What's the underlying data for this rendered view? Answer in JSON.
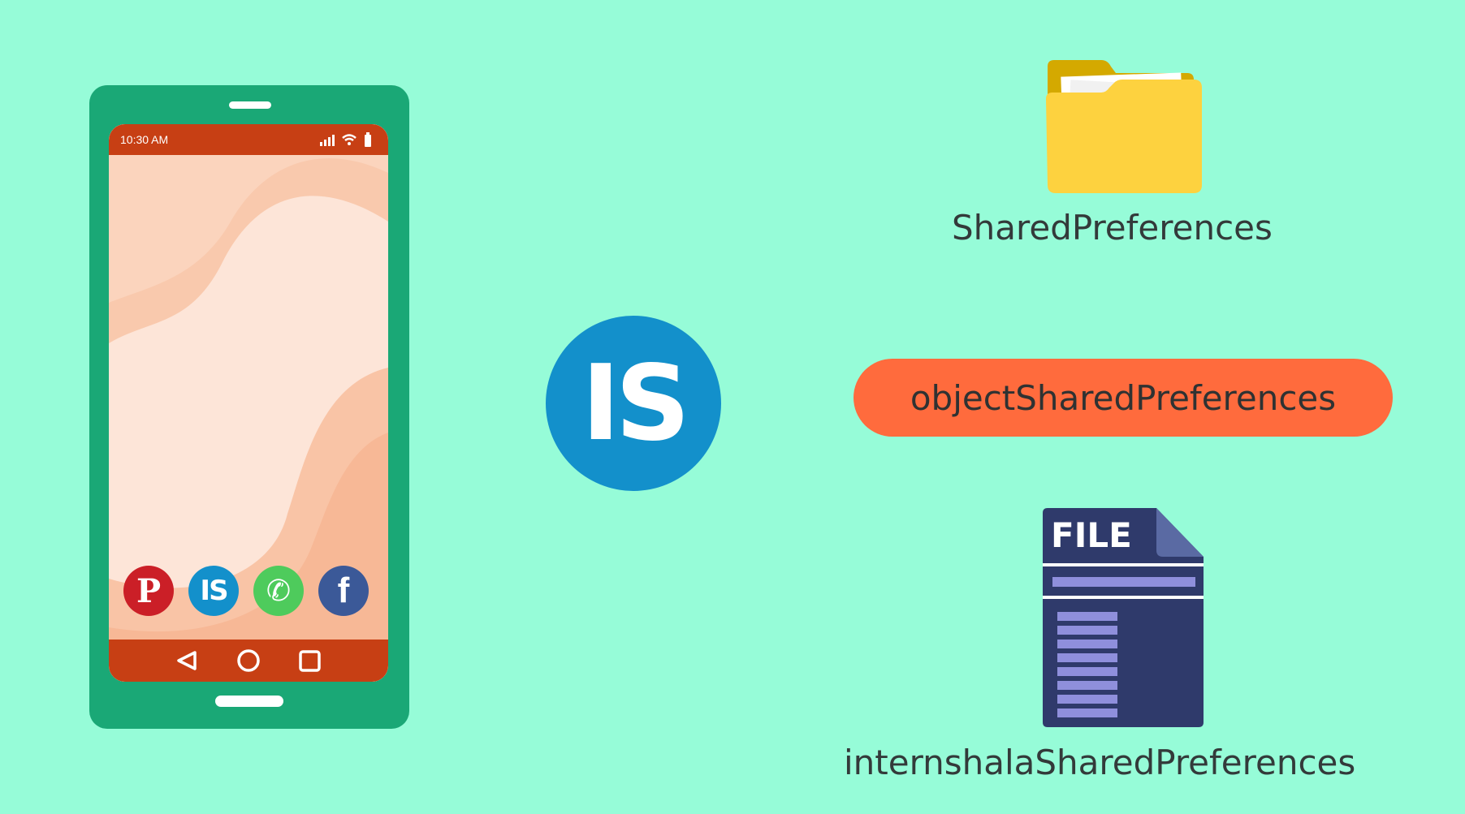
{
  "phone": {
    "status_time": "10:30 AM",
    "apps": [
      {
        "name": "pinterest",
        "glyph": "P",
        "color": "#cb1f27"
      },
      {
        "name": "internshala",
        "glyph": "IS",
        "color": "#1390cb"
      },
      {
        "name": "whatsapp",
        "glyph": "✆",
        "color": "#4ecb5c"
      },
      {
        "name": "facebook",
        "glyph": "f",
        "color": "#3b5998"
      }
    ],
    "colors": {
      "body": "#1aa876",
      "bars": "#c73f14",
      "wallpaper": "#fde7dd"
    }
  },
  "center_logo": {
    "text": "IS",
    "color": "#1390cb"
  },
  "items": {
    "shared_prefs_label": "SharedPreferences",
    "object_label": "objectSharedPreferences",
    "file_icon_text": "FILE",
    "file_label": "internshalaSharedPreferences"
  },
  "colors": {
    "background": "#96fcd8",
    "pill": "#ff6b3d",
    "folder": "#fdd23f",
    "file": "#2f3a6b"
  }
}
